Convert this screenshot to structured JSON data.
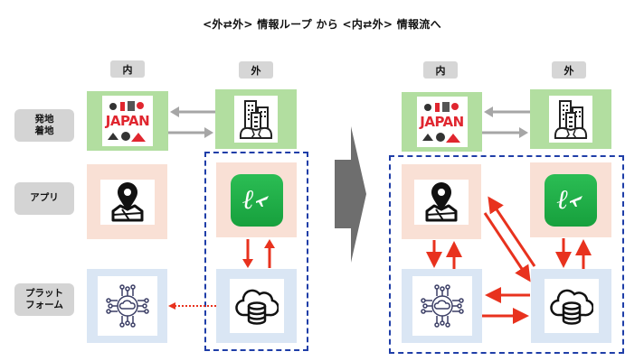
{
  "title": "<外⇄外> 情報ループ から <内⇄外> 情報流へ",
  "columns": {
    "inner": "内",
    "outer": "外"
  },
  "rows": {
    "origin_destination": "発地\n着地",
    "app": "アプリ",
    "platform": "プラット\nフォーム"
  },
  "icons": {
    "destination_japan_text": "JAPAN",
    "app_logo_letter": "ℓ"
  },
  "colors": {
    "origin_box": "#b2dea0",
    "app_box": "#f9e0d5",
    "platform_box": "#dae6f4",
    "flow_arrow": "#e8321e",
    "exchange_arrow": "#a6a6a6",
    "boundary": "#1f3ea8",
    "transition_arrow": "#6e6e6e"
  },
  "panels": [
    {
      "name": "before",
      "description": "外⇄外 情報ループ"
    },
    {
      "name": "after",
      "description": "内⇄外 情報流"
    }
  ]
}
